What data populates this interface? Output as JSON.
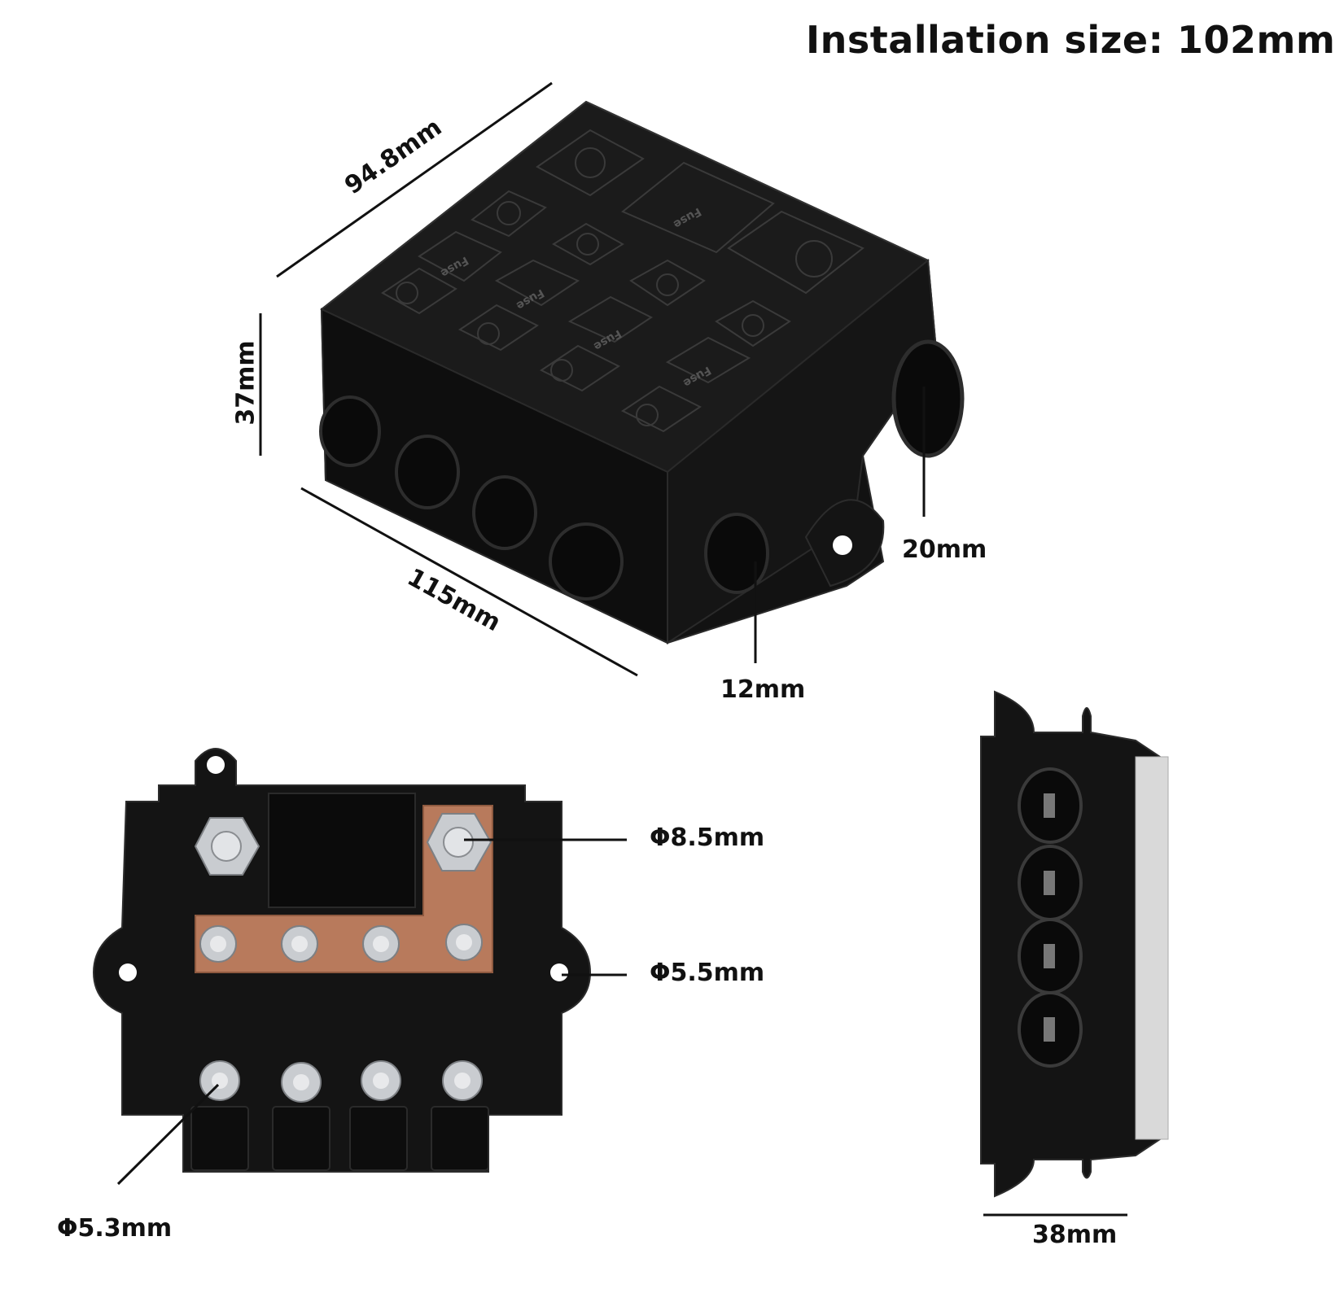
{
  "title": "Installation size: 102mm",
  "dimensions": {
    "top_length": "94.8mm",
    "height": "37mm",
    "front_length": "115mm",
    "large_port": "20mm",
    "small_port": "12mm",
    "main_stud": "Φ8.5mm",
    "mount_hole": "Φ5.5mm",
    "small_stud": "Φ5.3mm",
    "side_depth": "38mm"
  },
  "lid_labels": [
    "Fuse",
    "Fuse",
    "Fuse",
    "Fuse",
    "Fuse"
  ],
  "colors": {
    "housing": "#141414",
    "housing_edge": "#2c2c2c",
    "copper": "#b87a5c",
    "steel": "#c9ccd0",
    "dimension_line": "#111111"
  }
}
